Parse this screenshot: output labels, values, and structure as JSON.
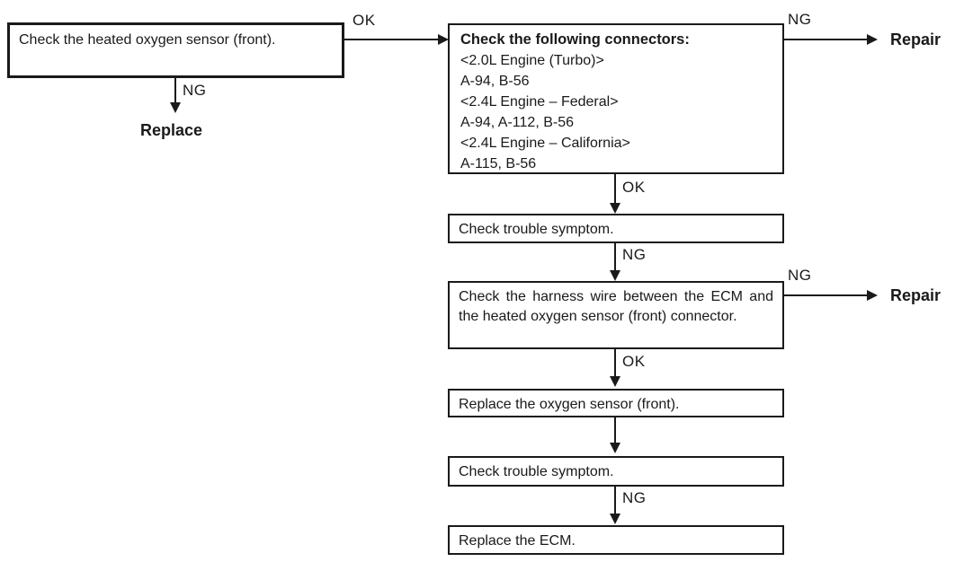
{
  "colors": {
    "ink": "#1a1a1a",
    "paper": "#ffffff"
  },
  "labels": {
    "ok": "OK",
    "ng": "NG"
  },
  "terminals": {
    "replace": "Replace",
    "repair": "Repair"
  },
  "boxes": {
    "check_sensor": "Check the heated oxygen sensor (front).",
    "connectors": {
      "title": "Check the following connectors:",
      "lines": [
        "<2.0L Engine (Turbo)>",
        "A-94, B-56",
        "<2.4L Engine – Federal>",
        "A-94, A-112, B-56",
        "<2.4L Engine – California>",
        "A-115, B-56"
      ]
    },
    "check_symptom": "Check trouble symptom.",
    "check_harness": "Check the harness wire between the ECM and the heated oxygen sensor (front) connector.",
    "replace_sensor": "Replace the oxygen sensor (front).",
    "replace_ecm": "Replace the ECM."
  }
}
